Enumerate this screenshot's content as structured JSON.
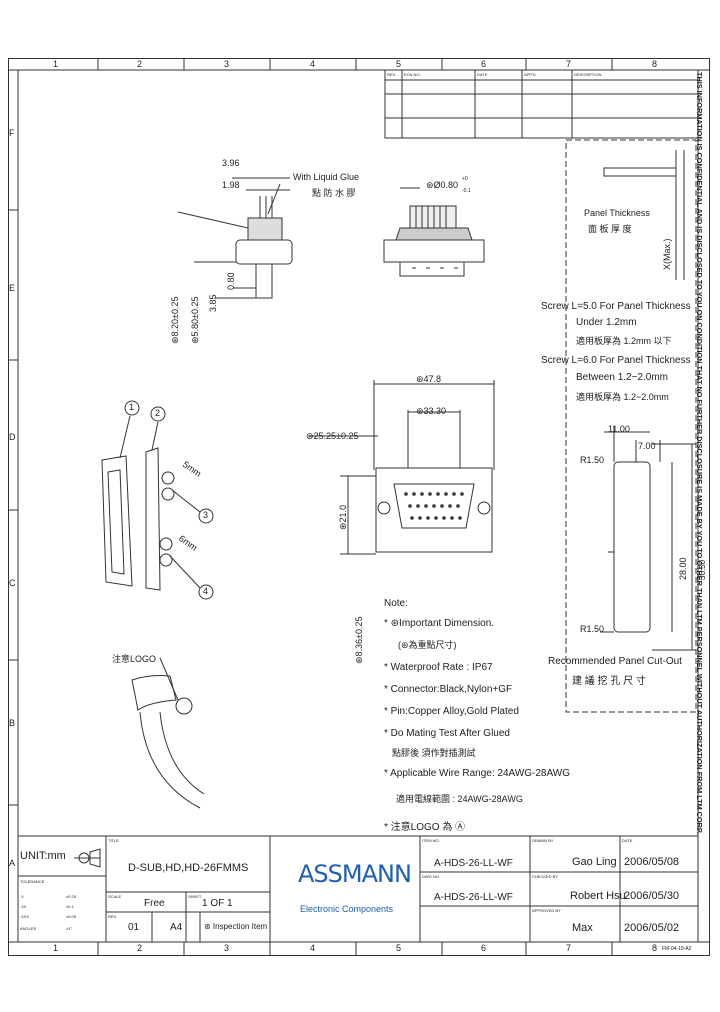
{
  "zones_columns": [
    "1",
    "2",
    "3",
    "4",
    "5",
    "6",
    "7",
    "8"
  ],
  "zones_rows": [
    "F",
    "E",
    "D",
    "C",
    "B",
    "A"
  ],
  "revision_table": {
    "headers": [
      "REV.",
      "ECN NO.",
      "DATE",
      "APP'D",
      "DESCRIPTION"
    ]
  },
  "side_note": "THIS INFORMATION IS CONFIDENTIAL AND IS DISCLOSED TO YOU ON CONDITION THAT NO FURTHER DISCLOSURE IS MADE BY YOU TO OTHER THAN LTM PERSONNEL WITHOUT AUTHORIZATION FROM LTM CORP.",
  "side_view": {
    "dim_396": "3.96",
    "dim_198": "1.98",
    "glue_label_en": "With Liquid Glue",
    "glue_label_cn": "點 防 水 膠",
    "dim_820": "⊛8.20±0.25",
    "dim_580": "⊛5.80±0.25",
    "dim_385": "3.85",
    "dim_080": "0.80"
  },
  "front_top": {
    "pin_dia": "⊛Ø0.80",
    "pin_tol_plus": "+0",
    "pin_tol_minus": "-0.1"
  },
  "panel": {
    "thickness_en": "Panel Thickness",
    "thickness_cn": "面 板 厚 度",
    "x_max": "X(Max.)"
  },
  "screws": [
    "Screw L=5.0 For Panel Thickness",
    "Under 1.2mm",
    "適用板厚為 1.2mm 以下",
    "Screw L=6.0 For Panel Thickness",
    "Between 1.2~2.0mm",
    "適用板厚為 1.2~2.0mm"
  ],
  "front_view": {
    "dim_478": "⊛47.8",
    "dim_3330": "⊛33.30",
    "dim_2525": "⊛25.25±0.25",
    "dim_210": "⊛21.0",
    "dim_836": "⊛8.36±0.25"
  },
  "cutout": {
    "dim_1100": "11.00",
    "dim_700": "7.00",
    "r1": "R1.50",
    "r2": "R1.50",
    "dim_2800": "28.00",
    "dim_3650": "36.50",
    "title_en": "Recommended Panel Cut-Out",
    "title_cn": "建 議 挖 孔 尺 寸"
  },
  "exploded": {
    "callouts": [
      "1",
      "2",
      "3",
      "4"
    ],
    "mm5": "5mm",
    "mm6": "6mm"
  },
  "logo_note": "注意LOGO",
  "notes": {
    "heading": "Note:",
    "items": [
      "* ⊛Important Dimension.",
      "(⊛為重點尺寸)",
      "* Waterproof Rate : IP67",
      "* Connector:Black,Nylon+GF",
      "* Pin:Copper Alloy,Gold Plated",
      "* Do Mating Test After Glued",
      "點膠後 須作對插測試",
      "* Applicable Wire Range: 24AWG-28AWG",
      "適用電線範圍 : 24AWG-28AWG",
      "* 注意LOGO 為 Ⓐ"
    ]
  },
  "title_block": {
    "unit": "UNIT:mm",
    "tolerance_label": "TOLERANCE",
    "tolerances": [
      {
        "k": ".X",
        "v": "±0.25"
      },
      {
        "k": ".XX",
        "v": "±0.1"
      },
      {
        "k": ".XXX",
        "v": "±0.05"
      },
      {
        "k": "ANGLES",
        "v": "±1°"
      }
    ],
    "title_label": "TITLE",
    "title": "D-SUB,HD,HD-26FMMS",
    "scale_label": "SCALE",
    "scale": "Free",
    "sheet_label": "SHEET",
    "sheet": "1 OF 1",
    "rev_label": "REV.",
    "rev": "01",
    "size": "A4",
    "inspection": "⊛ Inspection Item",
    "brand": "ASSMANN",
    "brand_sub": "Electronic Components",
    "item_no_label": "ITEM NO.",
    "item_no": "A-HDS-26-LL-WF",
    "dwg_no_label": "DWG NO.",
    "dwg_no": "A-HDS-26-LL-WF",
    "drawn_label": "DRAWN BY",
    "drawn_by": "Gao Ling",
    "checked_label": "CHECKED BY",
    "checked_by": "Robert Hsu",
    "approved_label": "APPROVED BY",
    "approved_by": "Max",
    "date_label": "DATE",
    "dates": [
      "2006/05/08",
      "2006/05/30",
      "2006/05/02"
    ]
  },
  "form_code": "FM-04-19-A2",
  "colors": {
    "brand_blue": "#1f5fb4",
    "line": "#333333"
  }
}
